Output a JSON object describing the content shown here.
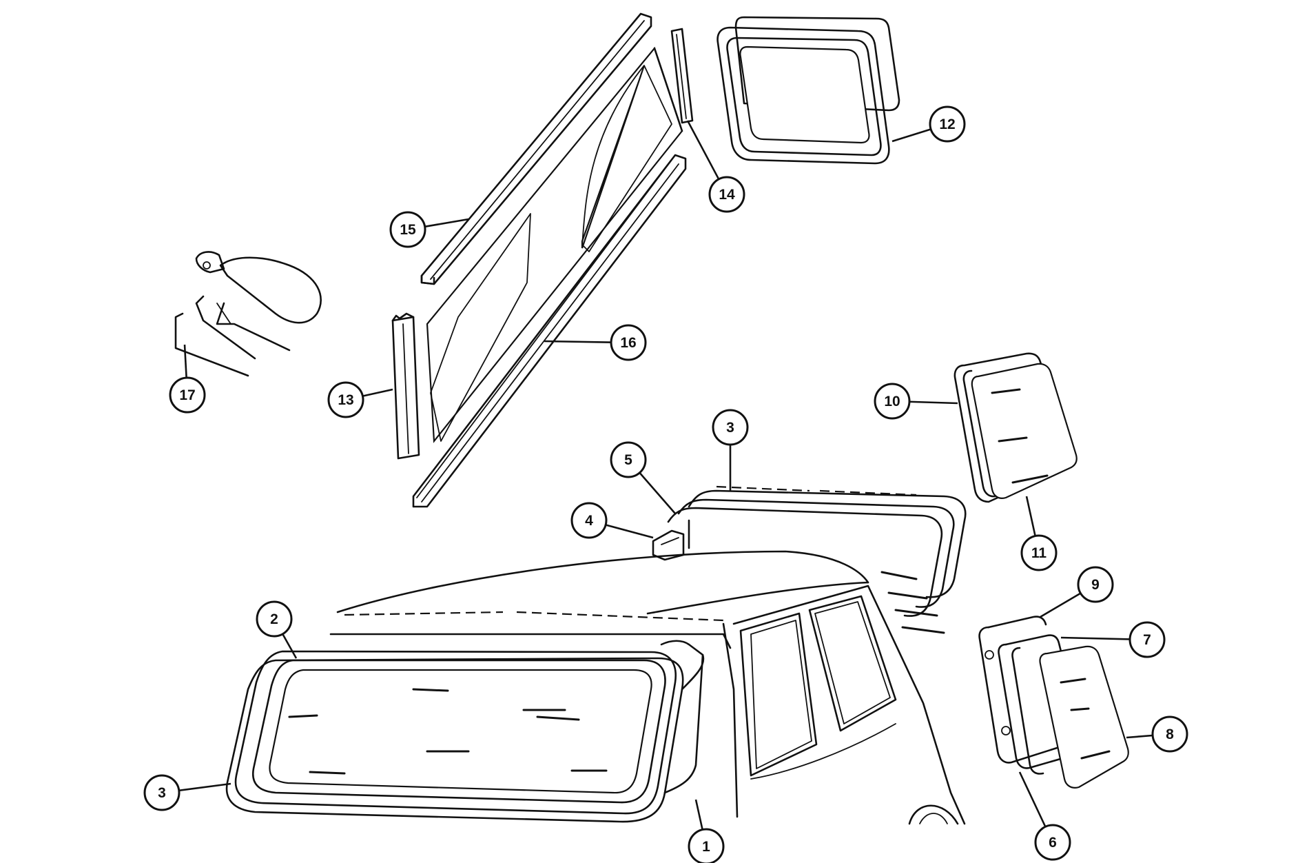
{
  "diagram": {
    "callouts": [
      {
        "id": "c1",
        "label": "1"
      },
      {
        "id": "c2",
        "label": "2"
      },
      {
        "id": "c3a",
        "label": "3"
      },
      {
        "id": "c3b",
        "label": "3"
      },
      {
        "id": "c4",
        "label": "4"
      },
      {
        "id": "c5",
        "label": "5"
      },
      {
        "id": "c6",
        "label": "6"
      },
      {
        "id": "c7",
        "label": "7"
      },
      {
        "id": "c8",
        "label": "8"
      },
      {
        "id": "c9",
        "label": "9"
      },
      {
        "id": "c10",
        "label": "10"
      },
      {
        "id": "c11",
        "label": "11"
      },
      {
        "id": "c12",
        "label": "12"
      },
      {
        "id": "c13",
        "label": "13"
      },
      {
        "id": "c14",
        "label": "14"
      },
      {
        "id": "c15",
        "label": "15"
      },
      {
        "id": "c16",
        "label": "16"
      },
      {
        "id": "c17",
        "label": "17"
      }
    ],
    "colors": {
      "ink": "#111111",
      "paper": "#ffffff"
    }
  }
}
